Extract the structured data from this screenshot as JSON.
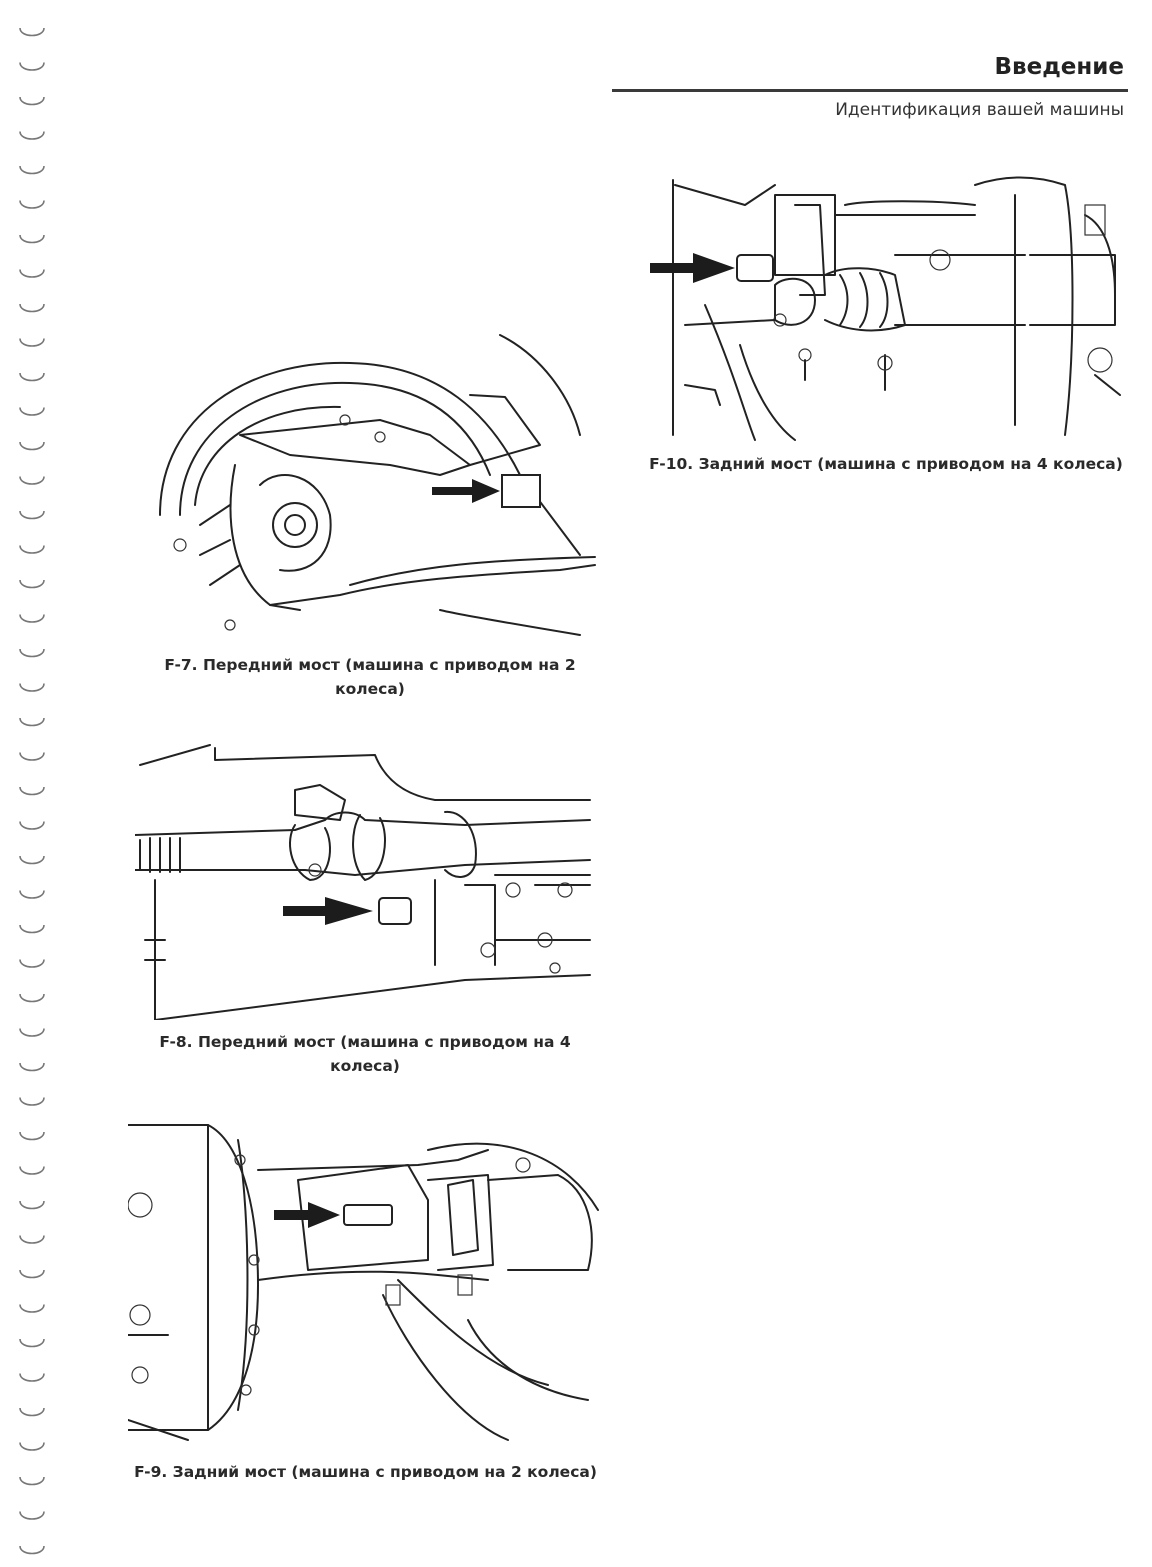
{
  "header": {
    "title": "Введение",
    "subtitle": "Идентификация вашей машины"
  },
  "figures": [
    {
      "id": "f7",
      "caption": "F-7. Передний мост (машина с приводом на 2 колеса)"
    },
    {
      "id": "f8",
      "caption": "F-8. Передний мост (машина с приводом на 4 колеса)"
    },
    {
      "id": "f9",
      "caption": "F-9. Задний мост (машина с приводом на 2 колеса)"
    },
    {
      "id": "f10",
      "caption": "F-10. Задний мост (машина с приводом на 4 колеса)"
    }
  ],
  "colors": {
    "ink": "#222222",
    "rule": "#3a3a3a",
    "paper": "#ffffff"
  }
}
